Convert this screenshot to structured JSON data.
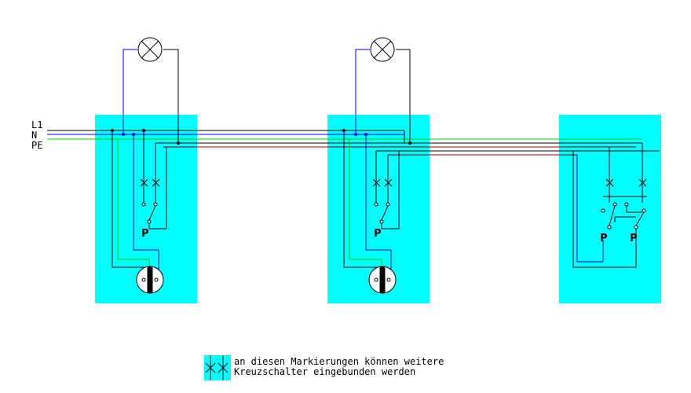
{
  "colors": {
    "box": "#00ffff",
    "l1": "#000000",
    "n": "#0000ff",
    "pe": "#00cc00",
    "red": "#990000",
    "wire": "#000000"
  },
  "lines": {
    "l1": "L1",
    "n": "N",
    "pe": "PE"
  },
  "switch_label": "P",
  "legend": {
    "line1": "an diesen Markierungen können weitere",
    "line2": "Kreuzschalter eingebunden werden"
  }
}
